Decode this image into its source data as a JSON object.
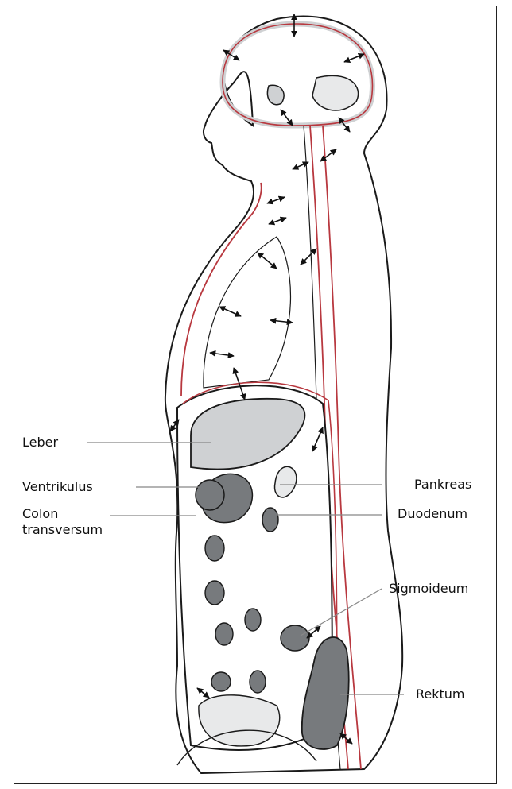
{
  "labels": {
    "leber": "Leber",
    "ventrikulus": "Ventrikulus",
    "colon_line1": "Colon",
    "colon_line2": "transversum",
    "pankreas": "Pankreas",
    "duodenum": "Duodenum",
    "sigmoideum": "Sigmoideum",
    "rektum": "Rektum"
  },
  "colors": {
    "outline": "#1a1a1a",
    "membrane": "#b8383f",
    "organ_light": "#cfd1d3",
    "organ_dark": "#777a7d",
    "leader": "#888888"
  }
}
